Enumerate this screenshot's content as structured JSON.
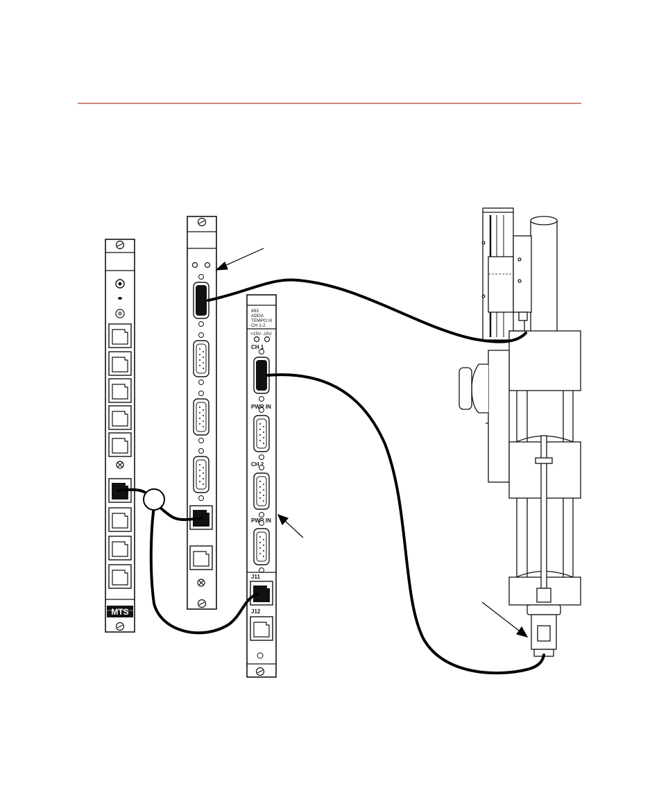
{
  "colors": {
    "rule": "#b03a2e",
    "line": "#111111",
    "cable": "#000000"
  },
  "left_panel": {
    "logo": "MTS"
  },
  "right_panel": {
    "header_lines": [
      "493",
      "ADDA",
      "TEMPO III",
      "CH 1-2"
    ],
    "led_labels": [
      "+15V",
      "-15V"
    ],
    "ports": {
      "ch1": "CH  1",
      "pwr_in_1": "PWR  IN",
      "ch2": "CH  2",
      "pwr_in_2": "PWR  IN",
      "j11": "J11",
      "j12": "J12"
    }
  }
}
